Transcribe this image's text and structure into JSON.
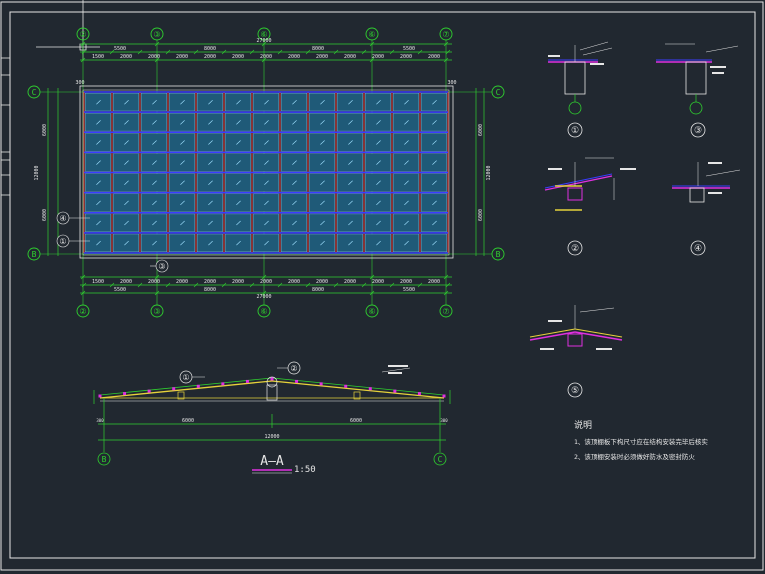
{
  "colors": {
    "background": "#212830",
    "frame": "#e6e6e6",
    "grid_green": "#2fd02f",
    "beam_blue": "#3a3cff",
    "panel_fill": "#1f5a78",
    "rafter_red": "#c83c3c",
    "roof_yellow": "#e6d23a",
    "magenta": "#e030e0",
    "text_white": "#e6e6e6"
  },
  "plan": {
    "axis_bubbles_top": [
      "②",
      "③",
      "⑥",
      "⑦"
    ],
    "axis_bubbles_bottom": [
      "②",
      "③",
      "⑥",
      "⑦"
    ],
    "axis_bubbles_left": [
      "C",
      "B"
    ],
    "axis_bubbles_right": [
      "C",
      "B"
    ],
    "callouts": [
      "④",
      "①",
      "③"
    ],
    "overall_dim_top": "27000",
    "overall_dim_bottom": "27000",
    "bay_dims": [
      "5500",
      "8000",
      "8000",
      "5500"
    ],
    "sub_dims": [
      "1500",
      "2000",
      "2000",
      "2000",
      "2000",
      "2000",
      "2000",
      "2000",
      "2000",
      "2000",
      "2000",
      "2000",
      "2000",
      "2000",
      "1500"
    ],
    "side_dims": [
      "6000",
      "12000",
      "6000"
    ],
    "edge_dim": "300"
  },
  "details": [
    {
      "id": "1",
      "label": "①"
    },
    {
      "id": "2",
      "label": "②"
    },
    {
      "id": "3",
      "label": "③"
    },
    {
      "id": "4",
      "label": "④"
    },
    {
      "id": "5",
      "label": "⑤"
    }
  ],
  "section": {
    "title": "A—A",
    "scale": "1:50",
    "left_axis": "B",
    "right_axis": "C",
    "callout_1": "①",
    "callout_2": "②",
    "dim_left": "6000",
    "dim_right": "6000",
    "dim_total": "12000",
    "edge_left": "300",
    "edge_right": "300"
  },
  "notes": {
    "heading": "说明",
    "items": [
      "1、该顶棚板下构尺寸应在结构安装完毕后核实",
      "2、该顶棚安装时必须做好防水及密封防火"
    ]
  }
}
